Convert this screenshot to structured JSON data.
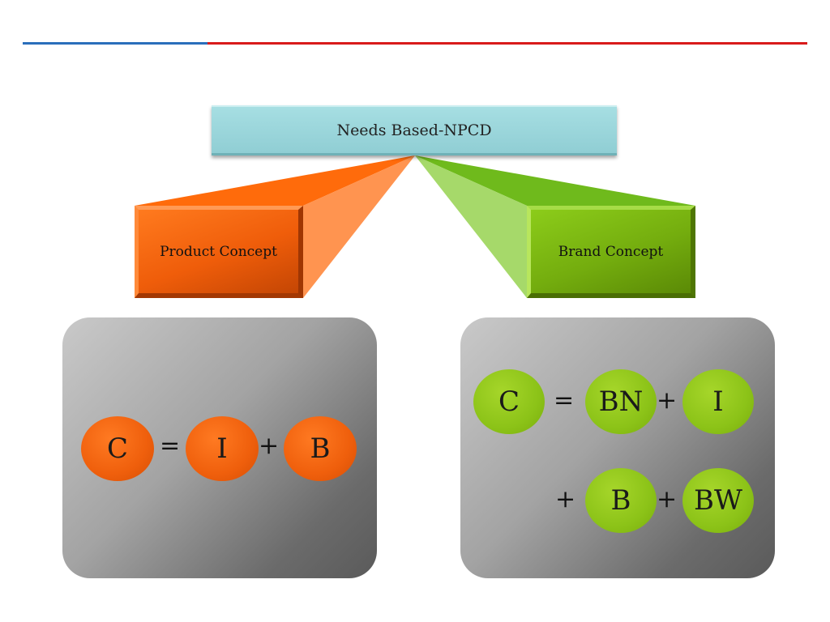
{
  "root": {
    "label": "Needs Based-NPCD"
  },
  "branches": [
    {
      "label": "Product Concept",
      "color": "#ef5d0a"
    },
    {
      "label": "Brand Concept",
      "color": "#74ad0e"
    }
  ],
  "product_formula": {
    "terms": [
      "C",
      "I",
      "B"
    ],
    "operators": [
      "=",
      "+"
    ]
  },
  "brand_formula": {
    "terms": [
      "C",
      "BN",
      "I",
      "B",
      "BW"
    ],
    "operators": [
      "=",
      "+",
      "+",
      "+"
    ]
  },
  "colors": {
    "rule_blue": "#2a6ebb",
    "rule_red": "#d91b1b",
    "root_fill": "#9fd6dc"
  }
}
